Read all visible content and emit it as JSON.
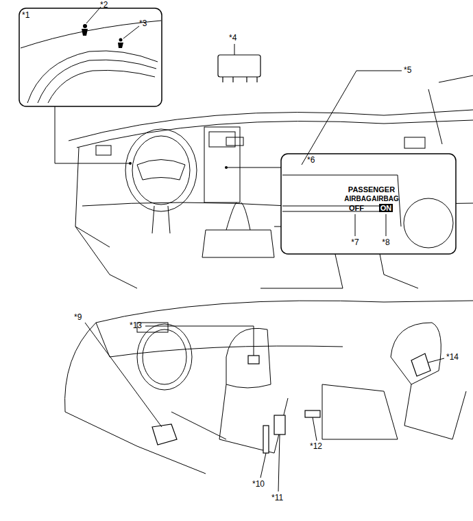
{
  "diagram": {
    "labels": [
      "*1",
      "*2",
      "*3",
      "*4",
      "*5",
      "*6",
      "PASSENGER",
      "AIRBAG",
      "AIRBAG",
      "OFF",
      "ON",
      "*7",
      "*8",
      "*9",
      "*13",
      "*14",
      "*10",
      "*12",
      "*11"
    ]
  }
}
